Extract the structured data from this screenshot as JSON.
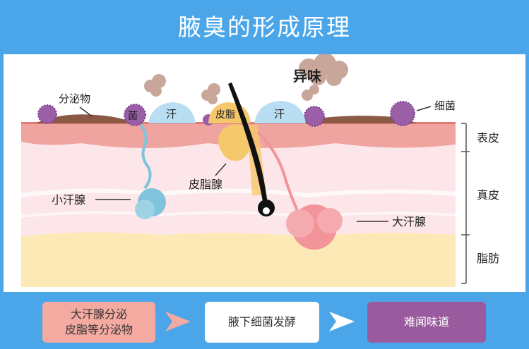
{
  "title": "腋臭的形成原理",
  "labels": {
    "secretion": "分泌物",
    "bacteria_right": "细菌",
    "odor": "异味",
    "bacteria_small": "菌",
    "sweat_left": "汗",
    "sebum_top": "皮脂",
    "sweat_right": "汗",
    "sebaceous_gland": "皮脂腺",
    "eccrine_gland": "小汗腺",
    "apocrine_gland": "大汗腺"
  },
  "layers": [
    "表皮",
    "真皮",
    "脂肪"
  ],
  "flow": {
    "step1_line1": "大汗腺分泌",
    "step1_line2": "皮脂等分泌物",
    "step2": "腋下细菌发酵",
    "step3": "难闻味道"
  },
  "colors": {
    "background": "#4aa6e8",
    "epidermis": "#f0a4a0",
    "dermis": "#fce6e9",
    "fat": "#fce9b5",
    "bacteria": "#9b5fa8",
    "sweat_drop": "#b9def3",
    "sebum": "#f6c86c",
    "eccrine": "#7fc4dc",
    "apocrine": "#f2949a",
    "secretion": "#8a5a45",
    "odor_cloud": "#c8a79a"
  }
}
